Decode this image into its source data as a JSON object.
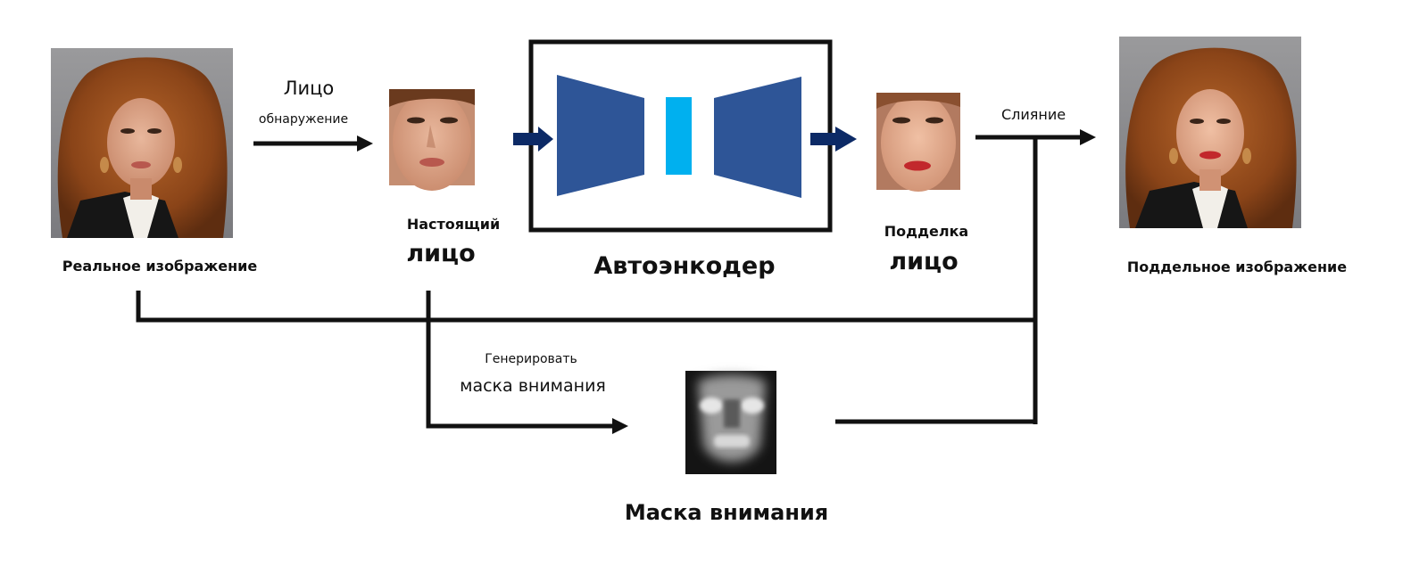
{
  "labels": {
    "real_image": "Реальное изображение",
    "face_detection_line1": "Лицо",
    "face_detection_line2": "обнаружение",
    "real_face_line1": "Настоящий",
    "real_face_line2": "лицо",
    "autoencoder": "Автоэнкодер",
    "fake_face_line1": "Подделка",
    "fake_face_line2": "лицо",
    "blending": "Слияние",
    "fake_image": "Поддельное изображение",
    "generate_line1": "Генерировать",
    "generate_line2": "маска внимания",
    "attention_mask": "Маска внимания"
  },
  "colors": {
    "encoder_blue": "#2e5597",
    "bottleneck_cyan": "#00b0ef",
    "arrow_navy": "#0c2a66",
    "line_black": "#111111"
  }
}
